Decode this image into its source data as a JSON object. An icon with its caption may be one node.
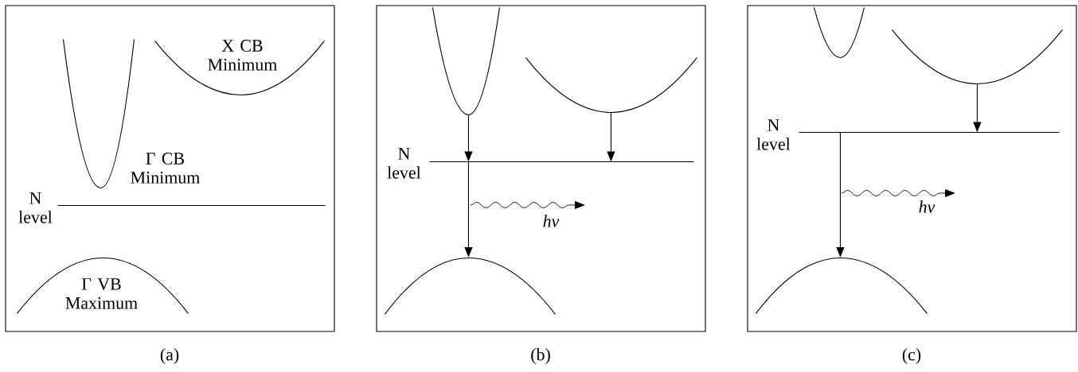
{
  "diagram": {
    "nodes": [
      {
        "text": [],
        "shape": "box",
        "beside": [
          "(a)"
        ]
      },
      {
        "text": [
          "Γ CB Minimum"
        ],
        "in": 0
      },
      {
        "text": [
          "X CB Minimum"
        ],
        "in": 0
      },
      {
        "text": [
          "N level"
        ],
        "in": 0
      },
      {
        "text": [
          "Γ VB Maximum"
        ],
        "in": 0
      },
      {
        "text": [],
        "shape": "box",
        "beside": [
          "(b)"
        ]
      },
      {
        "text": [],
        "shape": "curve",
        "in": 5
      },
      {
        "text": [],
        "shape": "curve",
        "in": 5
      },
      {
        "text": [
          "N level"
        ],
        "in": 5
      },
      {
        "text": [],
        "shape": "curve",
        "in": 5
      },
      {
        "text": [],
        "shape": "box",
        "beside": [
          "(c)"
        ]
      },
      {
        "text": [],
        "shape": "curve",
        "in": 10
      },
      {
        "text": [],
        "shape": "curve",
        "in": 10
      },
      {
        "text": [
          "N level"
        ],
        "in": 10
      },
      {
        "text": [],
        "shape": "curve",
        "in": 10
      }
    ],
    "edges": [
      {
        "from": 6,
        "to": 8,
        "arrow": "to"
      },
      {
        "from": 7,
        "to": 8,
        "arrow": "to"
      },
      {
        "from": 8,
        "to": 9,
        "arrow": "to"
      },
      {
        "from": 12,
        "to": 13,
        "arrow": "to"
      },
      {
        "from": 13,
        "to": 14,
        "arrow": "to"
      }
    ],
    "labels": [
      "hν",
      "hν"
    ]
  }
}
